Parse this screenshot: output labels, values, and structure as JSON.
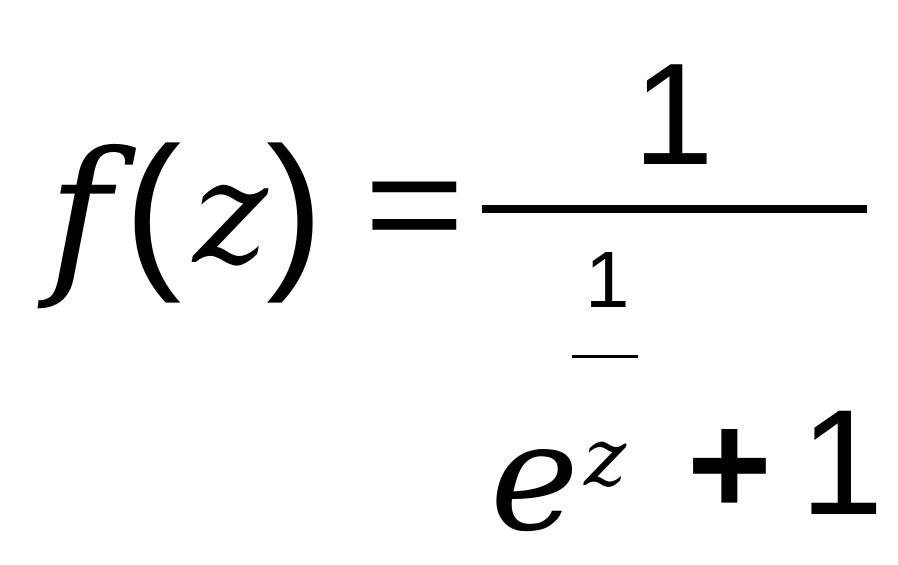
{
  "formula": {
    "lhs": {
      "function_name": "f",
      "left_paren": "(",
      "variable": "z",
      "right_paren": ")"
    },
    "equals": "=",
    "numerator": "1",
    "denominator": {
      "base": "e",
      "exponent": {
        "numerator": "1",
        "denominator": "z"
      },
      "plus": "+",
      "constant": "1"
    }
  }
}
